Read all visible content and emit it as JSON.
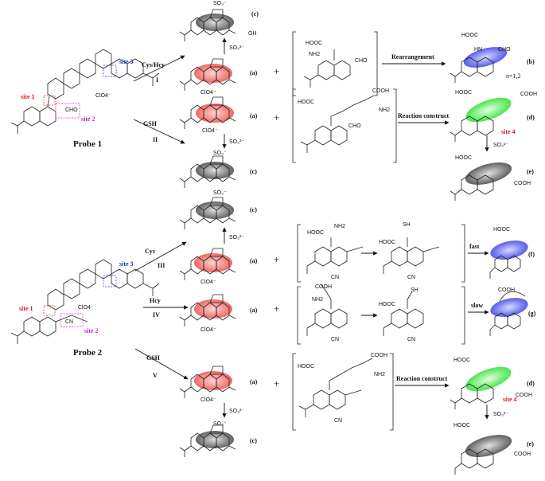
{
  "probe1": {
    "name": "Probe 1",
    "site1": "site 1",
    "site2": "site 2",
    "site3": "site 3",
    "cho": "CHO",
    "clo4": "ClO4⁻"
  },
  "probe2": {
    "name": "Probe 2",
    "site1": "site 1",
    "site2": "site 2",
    "site3": "site 3",
    "cn": "CN",
    "clo4": "ClO4⁻"
  },
  "reactions": [
    {
      "id": "I",
      "reagent": "Cys/Hcy"
    },
    {
      "id": "II",
      "reagent": "GSH"
    },
    {
      "id": "III",
      "reagent": "Cys"
    },
    {
      "id": "IV",
      "reagent": "Hcy"
    },
    {
      "id": "V",
      "reagent": "GSH"
    }
  ],
  "steps": {
    "rearrangement": "Rearrangement",
    "reaction_construct": "Reaction construct",
    "fast": "fast",
    "slow": "slow",
    "plus": "+",
    "sulfite": "SO₃²⁻",
    "so3": "SO₃⁻",
    "n_note": "n=1,2",
    "site4": "site 4",
    "cooh": "COOH",
    "hooc": "HOOC",
    "cho": "CHO",
    "cn": "CN",
    "clo4": "ClO4⁻",
    "nh2": "NH2",
    "sh": "SH",
    "hn": "HN",
    "oh": "OH"
  },
  "labels": {
    "a": "(a)",
    "b": "(b)",
    "c": "(c)",
    "d": "(d)",
    "e": "(e)",
    "f": "(f)",
    "g": "(g)"
  },
  "colors": {
    "red": "#e8403a",
    "blue": "#3a3fe0",
    "green": "#2ee02e",
    "gray": "#555555",
    "site1": "#d42020",
    "site2": "#d020d0",
    "site3": "#2030d0"
  }
}
